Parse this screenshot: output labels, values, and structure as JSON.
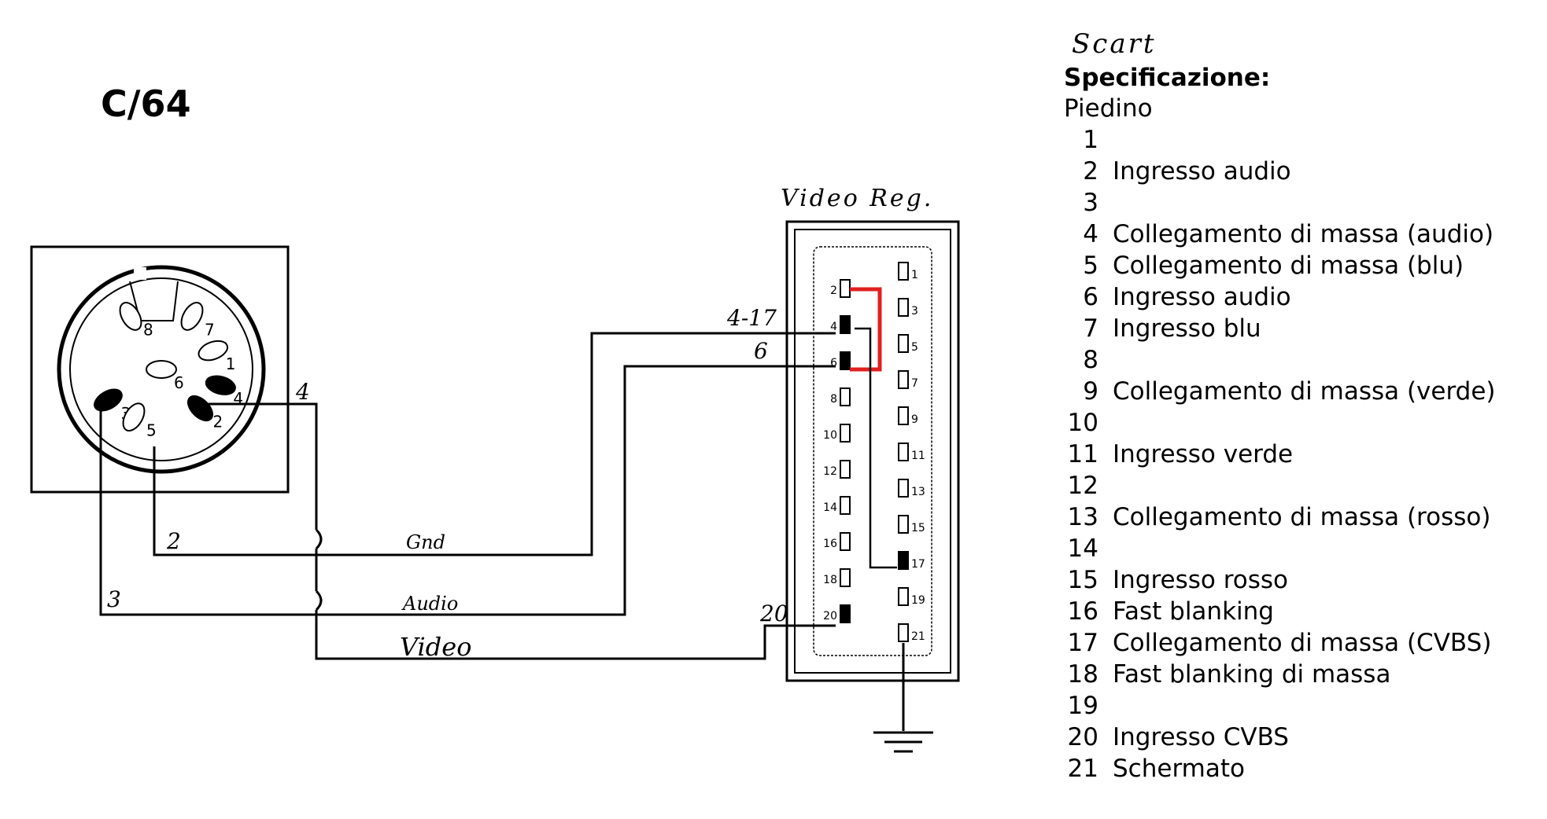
{
  "connector_title": "C/64",
  "scart_box_label": "Video Reg.",
  "wire_labels": {
    "ground_pin_label": "4-17",
    "audio_pin_label": "6",
    "video_pin_label": "20",
    "din_gnd_pin": "4",
    "din_audio_pin": "2",
    "din_video_pin": "3",
    "gnd": "Gnd",
    "audio": "Audio",
    "video": "Video"
  },
  "din_pins": [
    "1",
    "2",
    "3",
    "4",
    "5",
    "6",
    "7",
    "8"
  ],
  "scart_pins_left": [
    "2",
    "4",
    "6",
    "8",
    "10",
    "12",
    "14",
    "16",
    "18",
    "20"
  ],
  "scart_pins_right": [
    "1",
    "3",
    "5",
    "7",
    "9",
    "11",
    "13",
    "15",
    "17",
    "19",
    "21"
  ],
  "spec": {
    "hand_title": "Scart",
    "heading": "Specificazione:",
    "column_heading": "Piedino",
    "rows": [
      {
        "num": "1",
        "desc": ""
      },
      {
        "num": "2",
        "desc": "Ingresso audio"
      },
      {
        "num": "3",
        "desc": ""
      },
      {
        "num": "4",
        "desc": "Collegamento di massa (audio)"
      },
      {
        "num": "5",
        "desc": "Collegamento di massa (blu)"
      },
      {
        "num": "6",
        "desc": "Ingresso audio"
      },
      {
        "num": "7",
        "desc": "Ingresso blu"
      },
      {
        "num": "8",
        "desc": ""
      },
      {
        "num": "9",
        "desc": "Collegamento di massa (verde)"
      },
      {
        "num": "10",
        "desc": ""
      },
      {
        "num": "11",
        "desc": "Ingresso verde"
      },
      {
        "num": "12",
        "desc": ""
      },
      {
        "num": "13",
        "desc": "Collegamento di massa (rosso)"
      },
      {
        "num": "14",
        "desc": ""
      },
      {
        "num": "15",
        "desc": "Ingresso rosso"
      },
      {
        "num": "16",
        "desc": "Fast blanking"
      },
      {
        "num": "17",
        "desc": "Collegamento di massa (CVBS)"
      },
      {
        "num": "18",
        "desc": "Fast blanking di massa"
      },
      {
        "num": "19",
        "desc": ""
      },
      {
        "num": "20",
        "desc": "Ingresso CVBS"
      },
      {
        "num": "21",
        "desc": "Schermato"
      }
    ]
  },
  "colors": {
    "ink": "#000000",
    "bridge": "#e02020"
  }
}
